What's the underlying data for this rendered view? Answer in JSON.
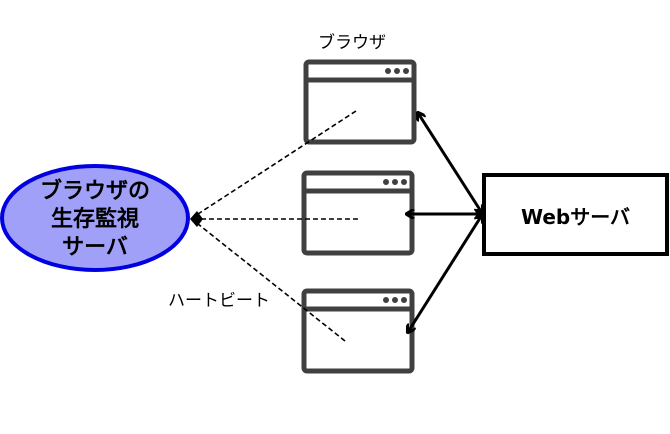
{
  "labels": {
    "browser": "ブラウザ",
    "heartbeat": "ハートビート",
    "monitor_line1": "ブラウザの",
    "monitor_line2": "生存監視",
    "monitor_line3": "サーバ",
    "web_server": "Webサーバ"
  },
  "colors": {
    "monitor_fill": "#a0a0f8",
    "monitor_stroke": "#0000e0",
    "browser_frame": "#404040",
    "line": "#000000"
  }
}
